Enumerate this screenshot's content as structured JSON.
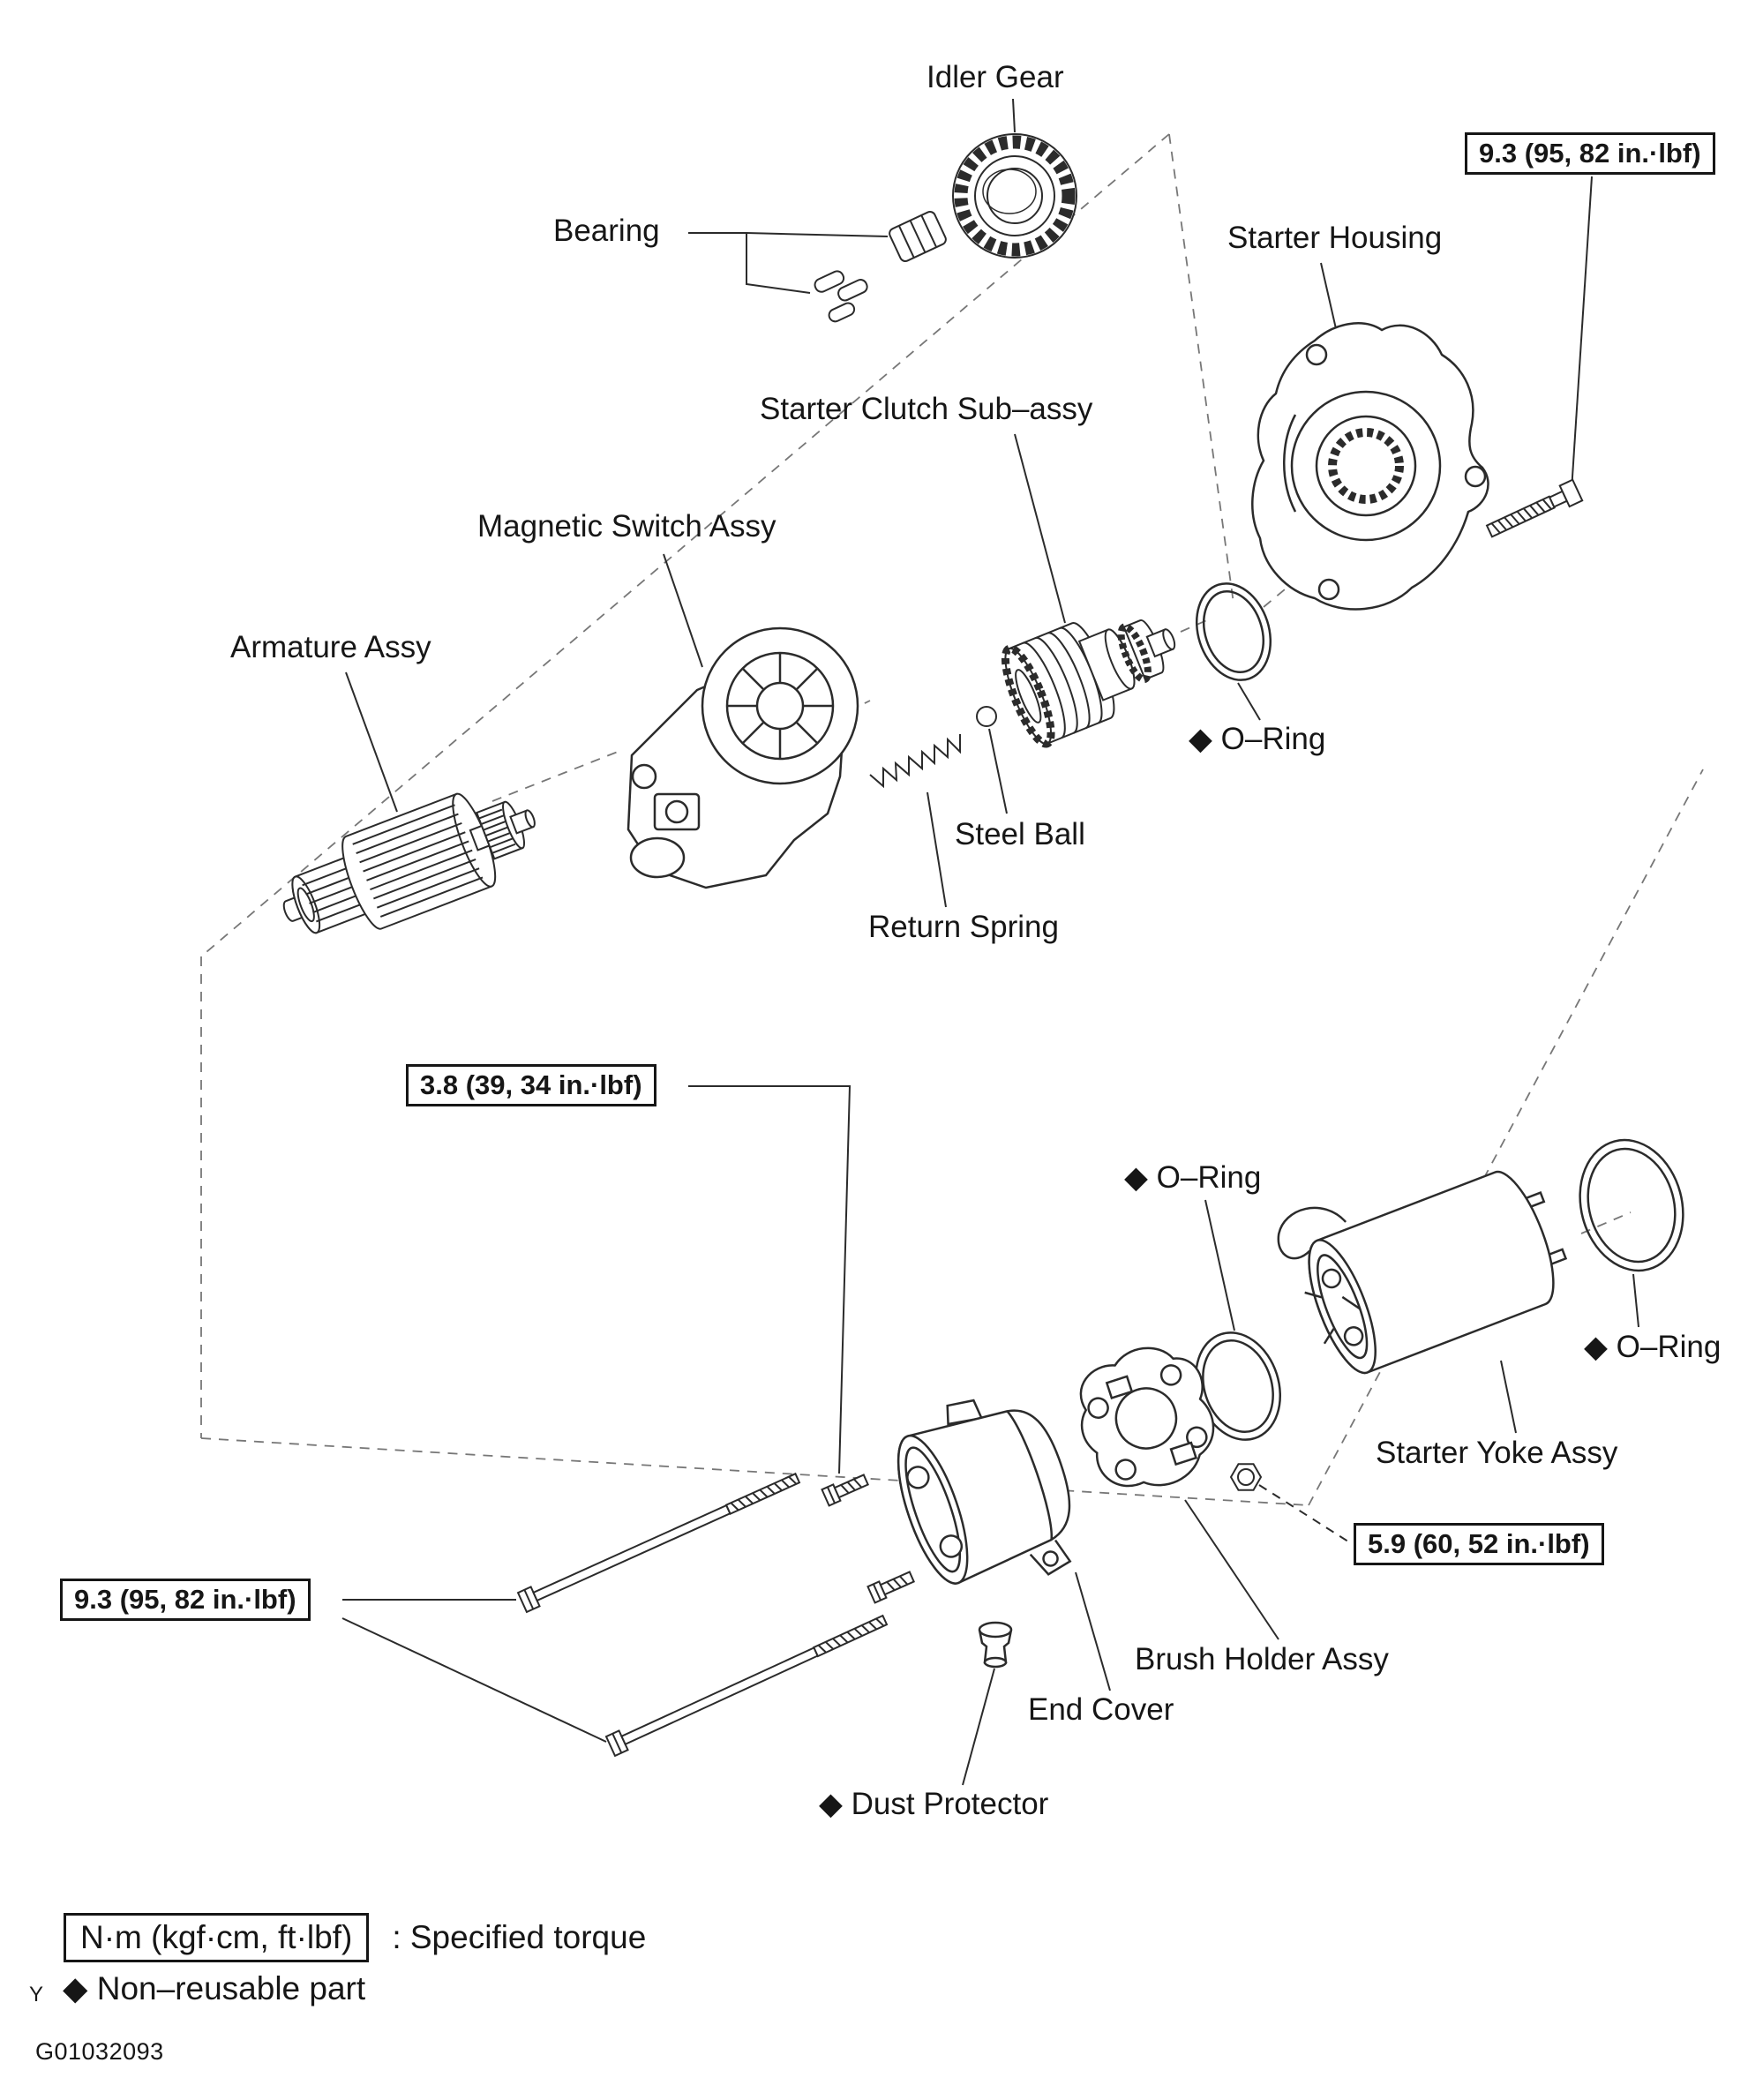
{
  "figure": {
    "id": "G01032093",
    "corner_mark": "Y"
  },
  "labels": {
    "idler_gear": "Idler Gear",
    "bearing": "Bearing",
    "starter_housing": "Starter Housing",
    "starter_clutch": "Starter Clutch Sub–assy",
    "magnetic_switch": "Magnetic Switch Assy",
    "armature": "Armature Assy",
    "o_ring_upper": "◆ O–Ring",
    "steel_ball": "Steel Ball",
    "return_spring": "Return Spring",
    "o_ring_middle": "◆ O–Ring",
    "o_ring_right": "◆ O–Ring",
    "starter_yoke": "Starter Yoke Assy",
    "brush_holder": "Brush Holder Assy",
    "end_cover": "End Cover",
    "dust_protector": "◆ Dust Protector"
  },
  "torque_specs": {
    "housing_bolt": "9.3 (95, 82 in.·lbf)",
    "switch_screw": "3.8 (39, 34 in.·lbf)",
    "terminal_nut": "5.9 (60, 52 in.·lbf)",
    "through_bolt": "9.3 (95, 82 in.·lbf)"
  },
  "legend": {
    "torque_unit_box": "N·m (kgf·cm, ft·lbf)",
    "torque_meaning": ": Specified torque",
    "non_reusable": "◆ Non–reusable part"
  }
}
